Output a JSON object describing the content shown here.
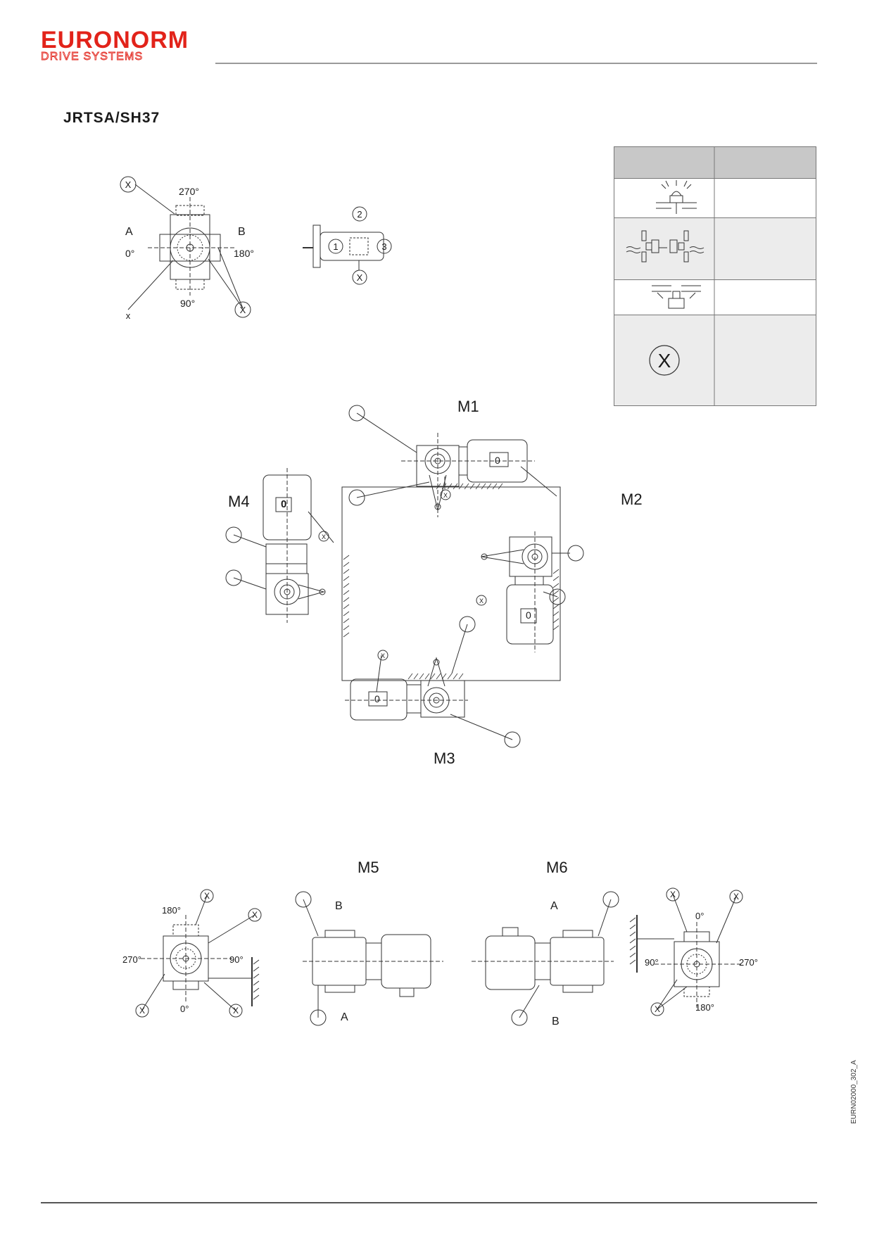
{
  "header": {
    "logo_main": "EURONORM",
    "logo_sub": "DRIVE SYSTEMS",
    "brand_color": "#e2231a"
  },
  "title": "JRTSA/SH37",
  "doc_code": "EURN02000_302_A",
  "top_left_diagram": {
    "angle_top": "270°",
    "angle_left": "0°",
    "angle_right": "180°",
    "angle_bottom": "90°",
    "side_left": "A",
    "side_right": "B",
    "marker_x": "X",
    "marker_x_lower": "x"
  },
  "side_diagram": {
    "label_1": "1",
    "label_2": "2",
    "label_3": "3",
    "marker": "X"
  },
  "legend": {
    "header_color": "#c8c8c8",
    "icons": [
      "breather-vent-icon",
      "oil-level-icon",
      "drain-plug-icon",
      "closed-plug-x-icon"
    ],
    "x_symbol": "X"
  },
  "positions": {
    "m1": "M1",
    "m2": "M2",
    "m3": "M3",
    "m4": "M4",
    "m5": "M5",
    "m6": "M6",
    "zero": "0",
    "marker": "X"
  },
  "bottom_left_diagram": {
    "angle_top": "180°",
    "angle_left": "270°",
    "angle_right": "90°",
    "angle_bottom": "0°"
  },
  "m5_diagram": {
    "side_top": "B",
    "side_bottom": "A"
  },
  "m6_diagram": {
    "side_top": "A",
    "side_bottom": "B"
  },
  "bottom_right_diagram": {
    "angle_top": "0°",
    "angle_left": "90°",
    "angle_right": "270°",
    "angle_bottom": "180°"
  }
}
